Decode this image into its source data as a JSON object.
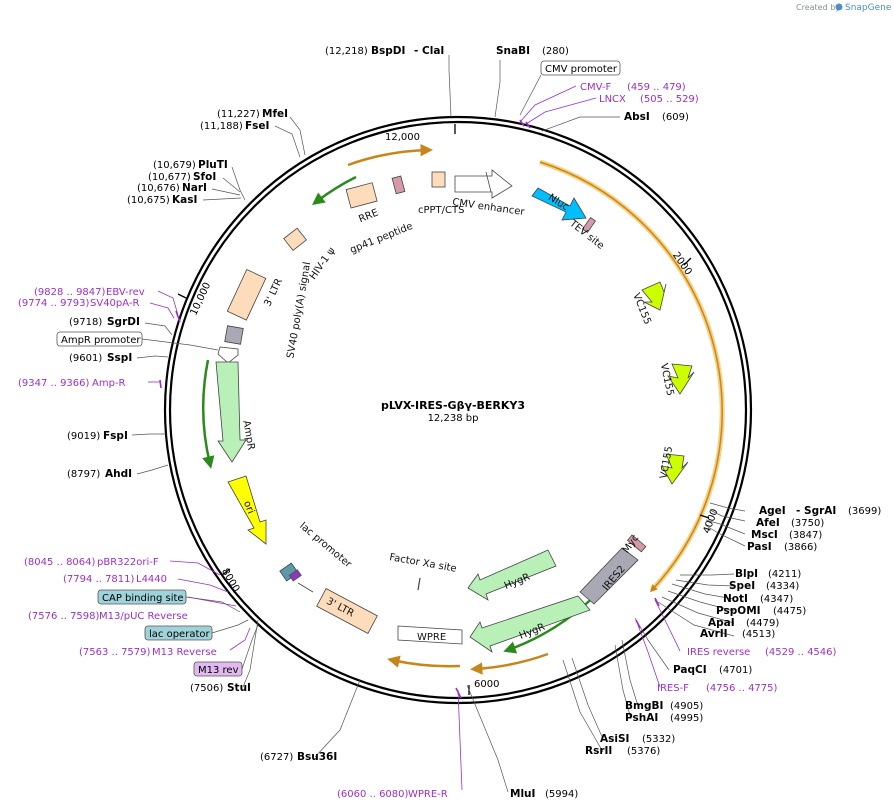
{
  "credit": {
    "prefix": "Created by",
    "brand": "SnapGene"
  },
  "plasmid": {
    "name": "pLVX-IRES-Gβγ-BERKY3",
    "length": "12,238 bp"
  },
  "ticks": [
    "12,000",
    "2000",
    "4000",
    "6000",
    "8000",
    "10,000"
  ],
  "enzymes": [
    {
      "name": "BspDI",
      "pos": "(12,218)",
      "suffix": "- ClaI"
    },
    {
      "name": "SnaBI",
      "pos": "(280)"
    },
    {
      "name": "AbsI",
      "pos": "(609)"
    },
    {
      "name": "MfeI",
      "pos": "(11,227)"
    },
    {
      "name": "FseI",
      "pos": "(11,188)"
    },
    {
      "name": "PluTI",
      "pos": "(10,679)"
    },
    {
      "name": "SfoI",
      "pos": "(10,677)"
    },
    {
      "name": "NarI",
      "pos": "(10,676)"
    },
    {
      "name": "KasI",
      "pos": "(10,675)"
    },
    {
      "name": "AgeI",
      "pos": "(3699)",
      "suffix": "- SgrAI"
    },
    {
      "name": "AfeI",
      "pos": "(3750)"
    },
    {
      "name": "MscI",
      "pos": "(3847)"
    },
    {
      "name": "PasI",
      "pos": "(3866)"
    },
    {
      "name": "SgrDI",
      "pos": "(9718)"
    },
    {
      "name": "SspI",
      "pos": "(9601)"
    },
    {
      "name": "FspI",
      "pos": "(9019)"
    },
    {
      "name": "AhdI",
      "pos": "(8797)"
    },
    {
      "name": "BlpI",
      "pos": "(4211)"
    },
    {
      "name": "SpeI",
      "pos": "(4334)"
    },
    {
      "name": "NotI",
      "pos": "(4347)"
    },
    {
      "name": "PspOMI",
      "pos": "(4475)"
    },
    {
      "name": "ApaI",
      "pos": "(4479)"
    },
    {
      "name": "AvrII",
      "pos": "(4513)"
    },
    {
      "name": "PaqCI",
      "pos": "(4701)"
    },
    {
      "name": "BmgBI",
      "pos": "(4905)"
    },
    {
      "name": "PshAI",
      "pos": "(4995)"
    },
    {
      "name": "AsiSI",
      "pos": "(5332)"
    },
    {
      "name": "RsrII",
      "pos": "(5376)"
    },
    {
      "name": "MluI",
      "pos": "(5994)"
    },
    {
      "name": "Bsu36I",
      "pos": "(6727)"
    },
    {
      "name": "StuI",
      "pos": "(7506)"
    }
  ],
  "primers": [
    {
      "name": "CMV-F",
      "range": "(459 .. 479)"
    },
    {
      "name": "LNCX",
      "range": "(505 .. 529)"
    },
    {
      "name": "EBV-rev",
      "range": "(9828 .. 9847)"
    },
    {
      "name": "SV40pA-R",
      "range": "(9774 .. 9793)"
    },
    {
      "name": "Amp-R",
      "range": "(9347 .. 9366)"
    },
    {
      "name": "IRES reverse",
      "range": "(4529 .. 4546)"
    },
    {
      "name": "IRES-F",
      "range": "(4756 .. 4775)"
    },
    {
      "name": "pBR322ori-F",
      "range": "(8045 .. 8064)"
    },
    {
      "name": "L4440",
      "range": "(7794 .. 7811)"
    },
    {
      "name": "M13/pUC Reverse",
      "range": "(7576 .. 7598)"
    },
    {
      "name": "M13 Reverse",
      "range": "(7563 .. 7579)"
    },
    {
      "name": "WPRE-R",
      "range": "(6060 .. 6080)"
    }
  ],
  "boxed_labels": [
    {
      "text": "CMV promoter",
      "color": "#ffffff"
    },
    {
      "text": "AmpR promoter",
      "color": "#ffffff"
    },
    {
      "text": "CAP binding site",
      "color": "#9fd3d9"
    },
    {
      "text": "lac operator",
      "color": "#9fd3d9"
    },
    {
      "text": "M13 rev",
      "color": "#e2b8f0"
    }
  ],
  "features": [
    "Nluc",
    "TEV site",
    "VC155",
    "VC155",
    "VC155",
    "Myc",
    "IRES2",
    "HygR",
    "HygR",
    "WPRE",
    "3' LTR",
    "Factor Xa site",
    "lac promoter",
    "ori",
    "AmpR",
    "SV40 poly(A) signal",
    "3' LTR",
    "HIV-1 ψ",
    "RRE",
    "gp41 peptide",
    "cPPT/CTS",
    "CMV enhancer"
  ],
  "colors": {
    "orf_orange": "#f0a020",
    "ampr_green": "#b8f0b8",
    "ori_yellow": "#ffff00",
    "nluc_cyan": "#00bfff",
    "vc155_yellowgreen": "#ccff00",
    "ltr_peach": "#fddcbc",
    "ires_gray": "#a9a9b5",
    "primer_purple": "#9b30c8"
  }
}
